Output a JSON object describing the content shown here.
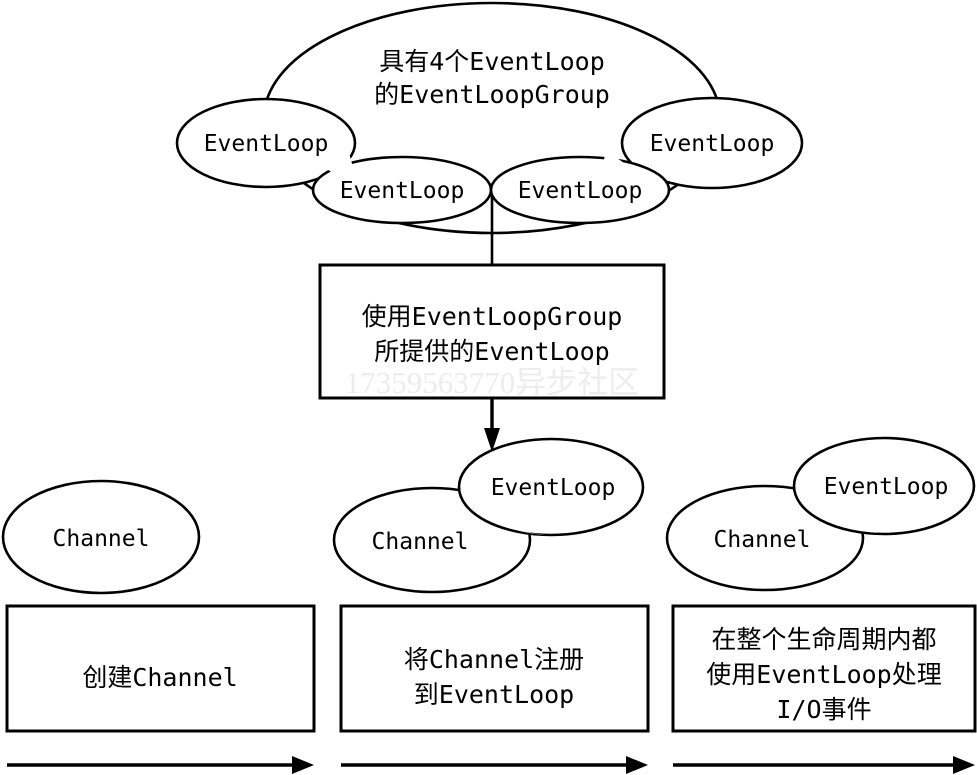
{
  "diagram": {
    "title_text": "",
    "colors": {
      "stroke": "#000000",
      "fill": "#ffffff",
      "watermark": "#ededed"
    },
    "group_cloud": {
      "name": "event-loop-group-cloud",
      "label_line1": "具有4个EventLoop",
      "label_line2": "的EventLoopGroup"
    },
    "group_loops": [
      {
        "label": "EventLoop"
      },
      {
        "label": "EventLoop"
      },
      {
        "label": "EventLoop"
      },
      {
        "label": "EventLoop"
      }
    ],
    "middle_box": {
      "label_line1": "使用EventLoopGroup",
      "label_line2": "所提供的EventLoop"
    },
    "watermark": "17359563770异步社区",
    "stage_left": {
      "channel_label": "Channel",
      "eventloop_label": ""
    },
    "stage_middle": {
      "channel_label": "Channel",
      "eventloop_label": "EventLoop"
    },
    "stage_right": {
      "channel_label": "Channel",
      "eventloop_label": "EventLoop"
    },
    "bottom_boxes": [
      {
        "lines": [
          "创建Channel"
        ]
      },
      {
        "lines": [
          "将Channel注册",
          "到EventLoop"
        ]
      },
      {
        "lines": [
          "在整个生命周期内都",
          "使用EventLoop处理",
          "I/O事件"
        ]
      }
    ],
    "bottom_arrows": [
      {
        "name": "timeline-arrow-1"
      },
      {
        "name": "timeline-arrow-2"
      },
      {
        "name": "timeline-arrow-3"
      }
    ]
  }
}
